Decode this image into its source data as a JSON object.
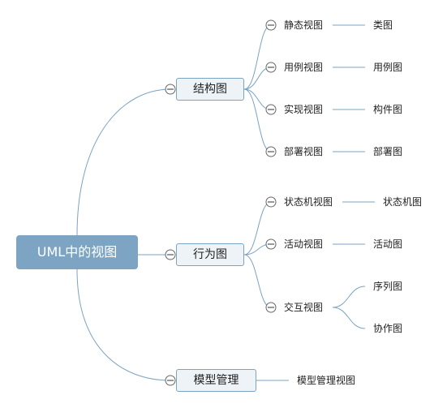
{
  "root": {
    "label": "UML中的视图"
  },
  "branches": [
    {
      "label": "结构图",
      "children": [
        {
          "label": "静态视图",
          "leaves": [
            "类图"
          ]
        },
        {
          "label": "用例视图",
          "leaves": [
            "用例图"
          ]
        },
        {
          "label": "实现视图",
          "leaves": [
            "构件图"
          ]
        },
        {
          "label": "部署视图",
          "leaves": [
            "部署图"
          ]
        }
      ]
    },
    {
      "label": "行为图",
      "children": [
        {
          "label": "状态机视图",
          "leaves": [
            "状态机图"
          ]
        },
        {
          "label": "活动视图",
          "leaves": [
            "活动图"
          ]
        },
        {
          "label": "交互视图",
          "leaves": [
            "序列图",
            "协作图"
          ]
        }
      ]
    },
    {
      "label": "模型管理",
      "leaves": [
        "模型管理视图"
      ]
    }
  ],
  "colors": {
    "connector": "#7aa3c4",
    "root_fill": "#7ea4c3",
    "node_fill": "#eef3f8",
    "node_border": "#7aa3c4"
  }
}
